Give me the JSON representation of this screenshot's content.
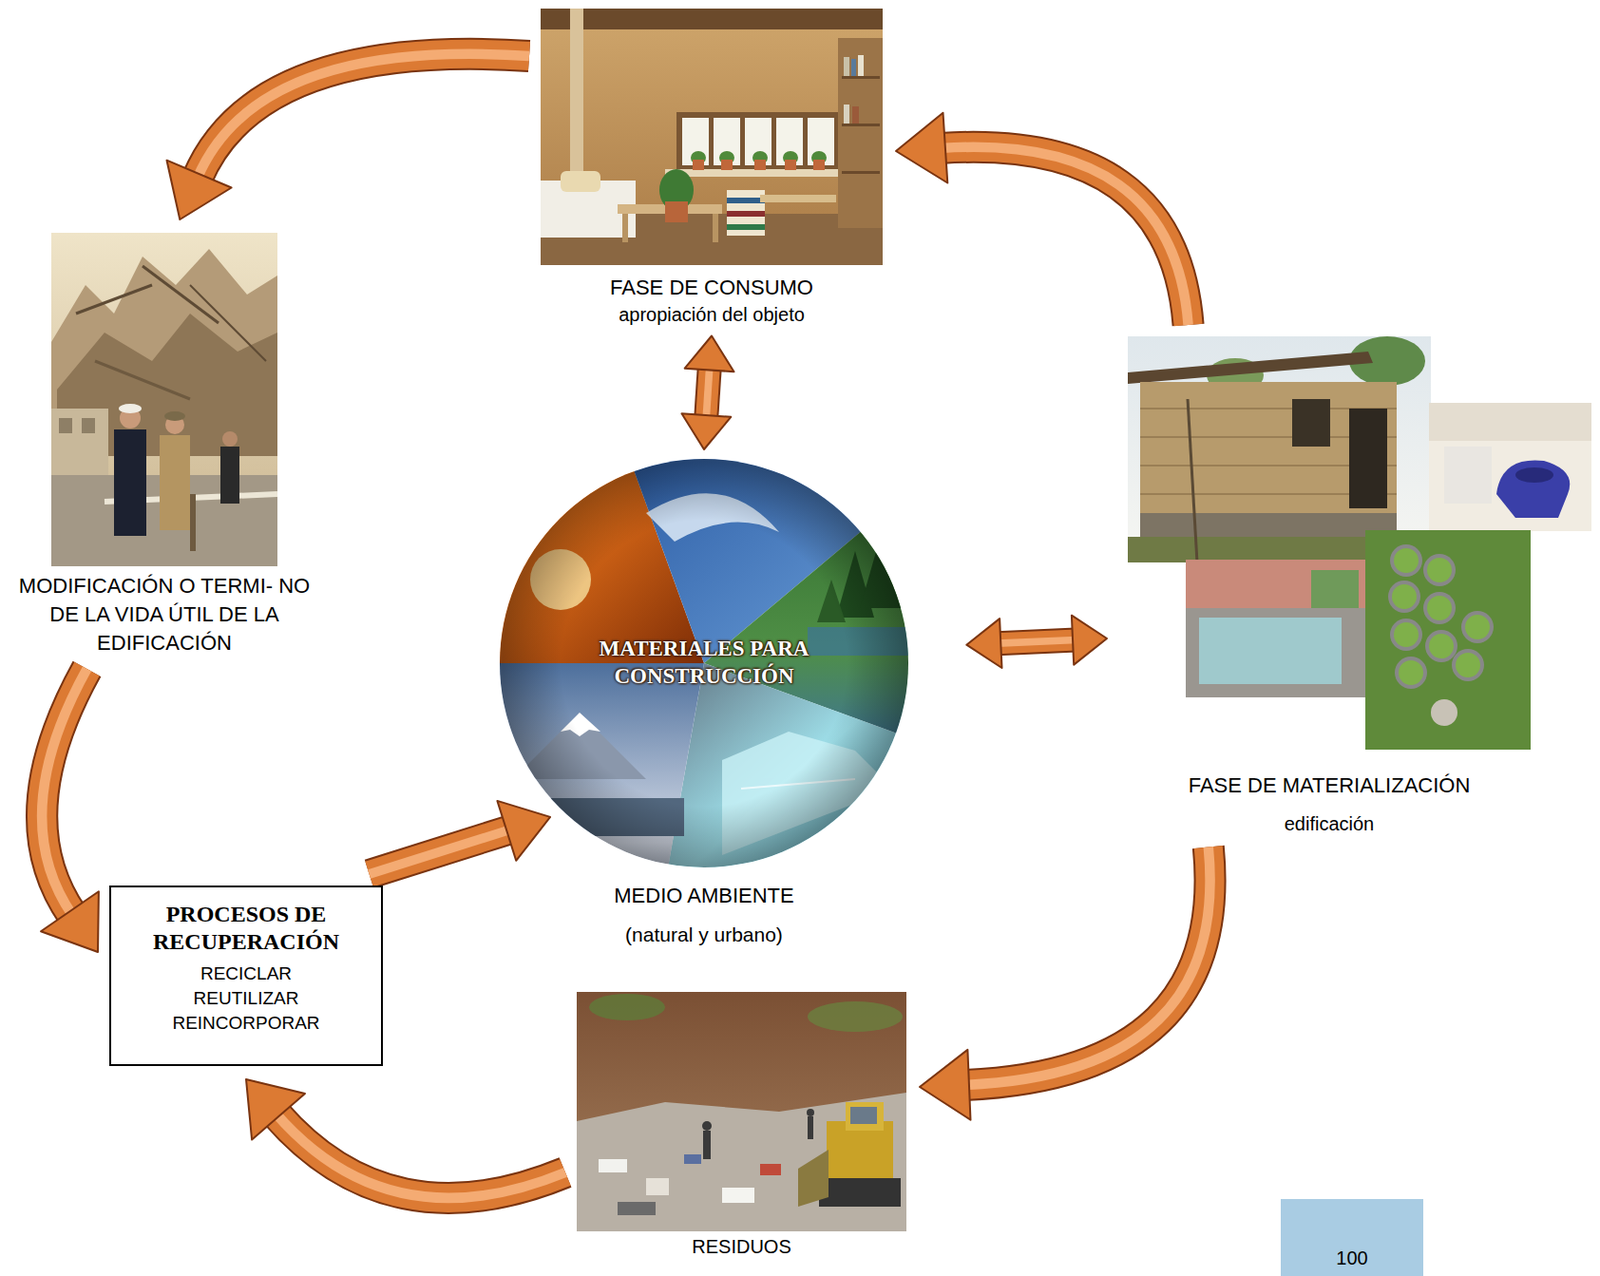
{
  "diagram": {
    "nodes": [
      {
        "text": [
          "FASE DE CONSUMO",
          "apropiación del objeto"
        ]
      },
      {
        "text": [
          "MODIFICACIÓN O TERMI- NO DE LA VIDA ÚTIL DE LA EDIFICACIÓN"
        ]
      },
      {
        "text": [
          "MATERIALES PARA CONSTRUCCIÓN",
          "MEDIO AMBIENTE",
          "(natural y urbano)"
        ]
      },
      {
        "text": [
          "FASE DE MATERIALIZACIÓN",
          "edificación"
        ]
      },
      {
        "text": [
          "PROCESOS DE RECUPERACIÓN",
          "RECICLAR REUTILIZAR REINCORPORAR"
        ]
      },
      {
        "text": [
          "RESIDUOS"
        ]
      },
      {
        "text": [
          "100"
        ]
      }
    ],
    "edges": [
      {
        "from": 3,
        "to": 0,
        "arrow": "to"
      },
      {
        "from": 0,
        "to": 1,
        "arrow": "to"
      },
      {
        "from": 1,
        "to": 4,
        "arrow": "to"
      },
      {
        "from": 5,
        "to": 4,
        "arrow": "to"
      },
      {
        "from": 3,
        "to": 5,
        "arrow": "to"
      },
      {
        "from": 4,
        "to": 2,
        "arrow": "to"
      },
      {
        "from": 2,
        "to": 0,
        "arrow": "both"
      },
      {
        "from": 2,
        "to": 3,
        "arrow": "both"
      }
    ]
  }
}
